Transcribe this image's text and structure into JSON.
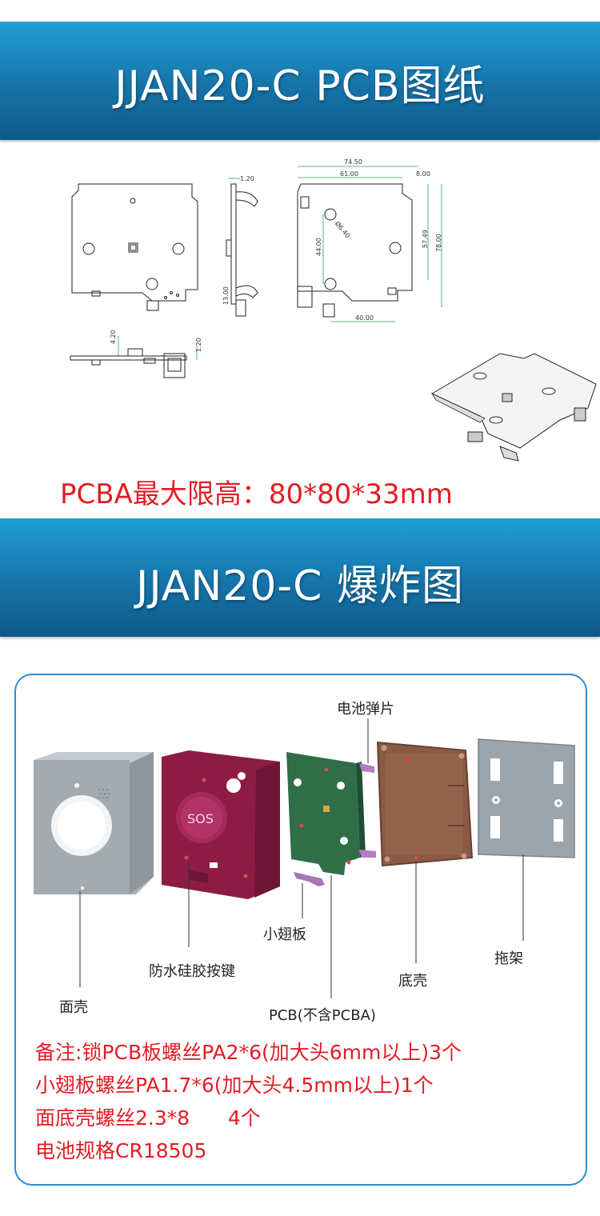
{
  "banner_pcb": {
    "title": "JJAN20-C PCB图纸"
  },
  "drawing": {
    "dims": {
      "d_74_50": "74.50",
      "d_61_00": "61.00",
      "d_8_00": "8.00",
      "d_1_20_top": "1.20",
      "d_6_40": "Ø6.40",
      "d_44_00": "44.00",
      "d_57_49": "57.49",
      "d_78_00": "78.00",
      "d_40_00": "40.00",
      "d_13_00": "13.00",
      "d_4_20": "4.20",
      "d_1_20_side": "1.20"
    }
  },
  "pcba_note": "PCBA最大限高：80*80*33mm",
  "banner_explode": {
    "title": "JJAN20-C 爆炸图"
  },
  "exploded": {
    "sos_label": "SOS",
    "labels": {
      "battery_spring": "电池弹片",
      "small_wing": "小翅板",
      "waterproof_key": "防水硅胶按键",
      "front_shell": "面壳",
      "pcb": "PCB(不含PCBA)",
      "bottom_shell": "底壳",
      "bracket": "拖架"
    }
  },
  "notes": [
    "备注:锁PCB板螺丝PA2*6(加大头6mm以上)3个",
    "小翅板螺丝PA1.7*6(加大头4.5mm以上)1个",
    "面底壳螺丝2.3*8      4个",
    "电池规格CR18505"
  ],
  "colors": {
    "banner": "#1673a8",
    "note_red": "#e21d24",
    "box_border": "#2b8ec8",
    "front_shell": "#a9b0b6",
    "key_pad": "#8e1e45",
    "pcb_green": "#2e6b45",
    "bottom_shell": "#8a5a45",
    "bracket": "#9aa3a9"
  }
}
